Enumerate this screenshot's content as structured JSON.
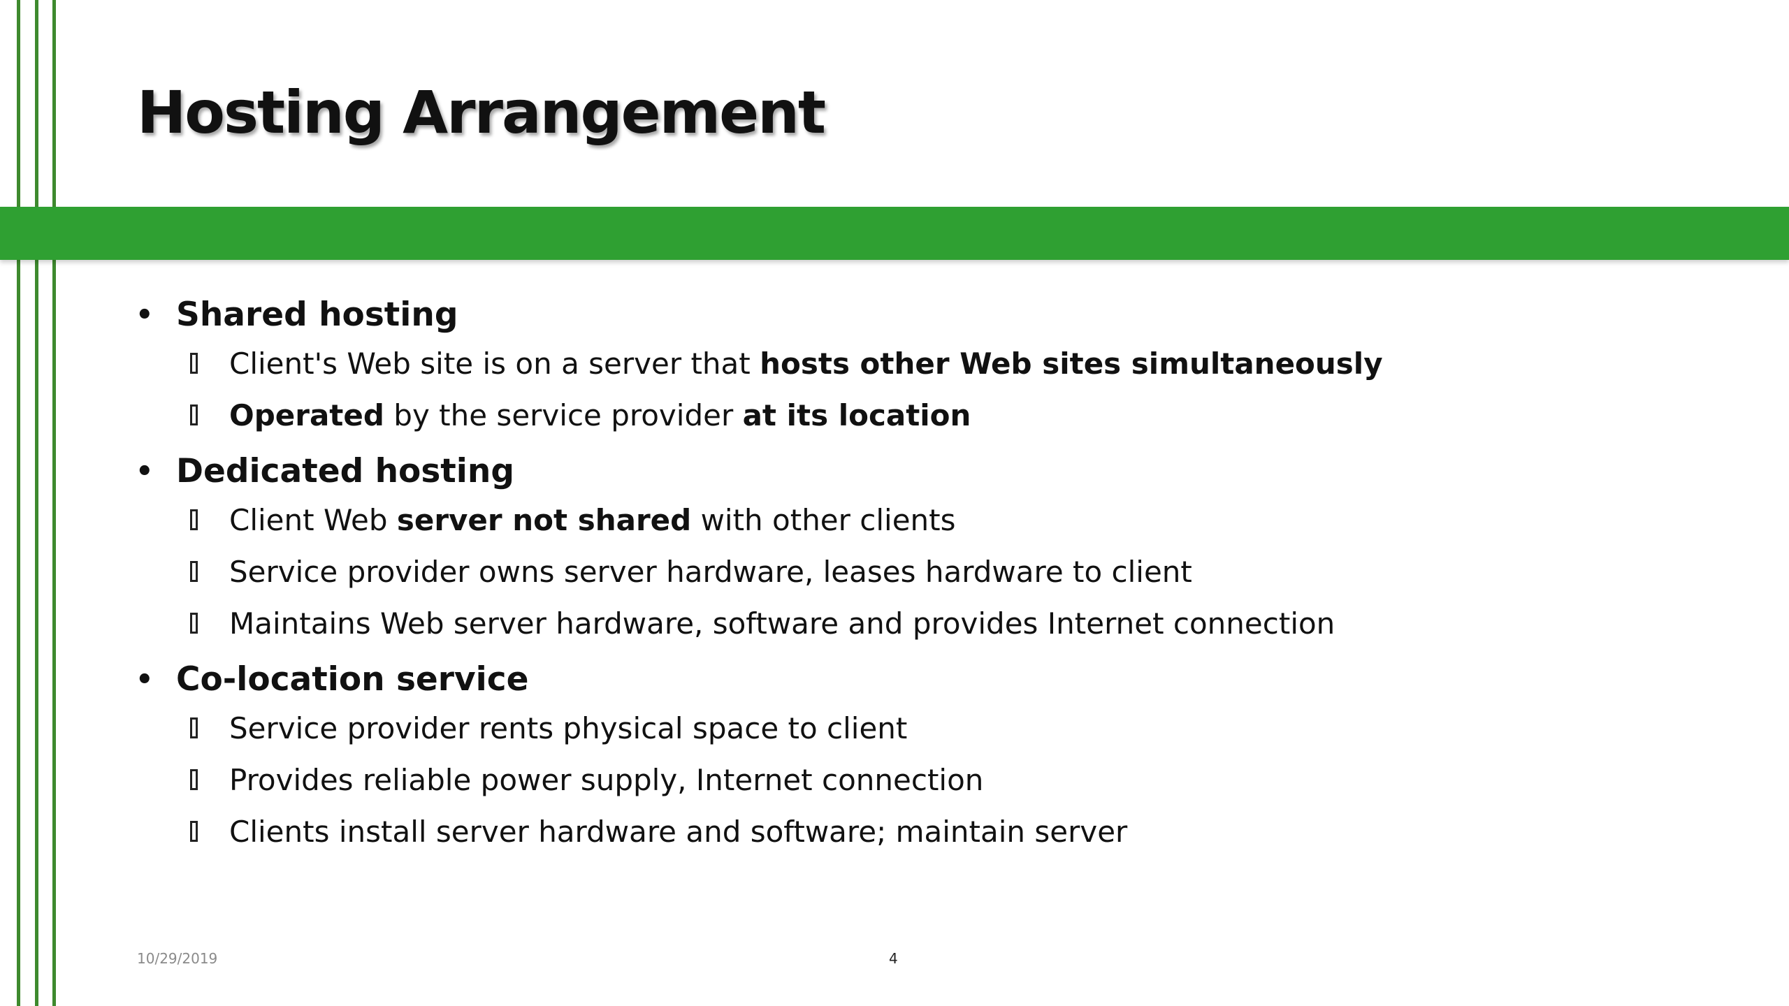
{
  "slide": {
    "title": "Hosting Arrangement",
    "footer": {
      "date": "10/29/2019",
      "page_number": "4"
    },
    "colors": {
      "accent_band": "#2fa032",
      "vertical_lines": "#3e8a2e"
    },
    "sections": [
      {
        "heading": "Shared hosting",
        "bullet": "•",
        "items": [
          {
            "parts": [
              {
                "text": "Client's Web site is on a server that ",
                "bold": false
              },
              {
                "text": "hosts other Web sites simultaneously",
                "bold": true
              }
            ]
          },
          {
            "parts": [
              {
                "text": "Operated",
                "bold": true
              },
              {
                "text": " by the service provider ",
                "bold": false
              },
              {
                "text": "at its location",
                "bold": true
              }
            ]
          }
        ]
      },
      {
        "heading": "Dedicated hosting",
        "bullet": "•",
        "items": [
          {
            "parts": [
              {
                "text": "Client Web ",
                "bold": false
              },
              {
                "text": "server not shared",
                "bold": true
              },
              {
                "text": " with other clients",
                "bold": false
              }
            ]
          },
          {
            "parts": [
              {
                "text": "Service provider owns server hardware, leases hardware to client",
                "bold": false
              }
            ]
          },
          {
            "parts": [
              {
                "text": "Maintains Web server hardware, software and provides Internet connection",
                "bold": false
              }
            ]
          }
        ]
      },
      {
        "heading": "Co-location service",
        "bullet": "•",
        "items": [
          {
            "parts": [
              {
                "text": "Service provider rents physical space to client",
                "bold": false
              }
            ]
          },
          {
            "parts": [
              {
                "text": "Provides reliable power supply, Internet connection",
                "bold": false
              }
            ]
          },
          {
            "parts": [
              {
                "text": "Clients install server hardware and software; maintain server",
                "bold": false
              }
            ]
          }
        ]
      }
    ]
  }
}
